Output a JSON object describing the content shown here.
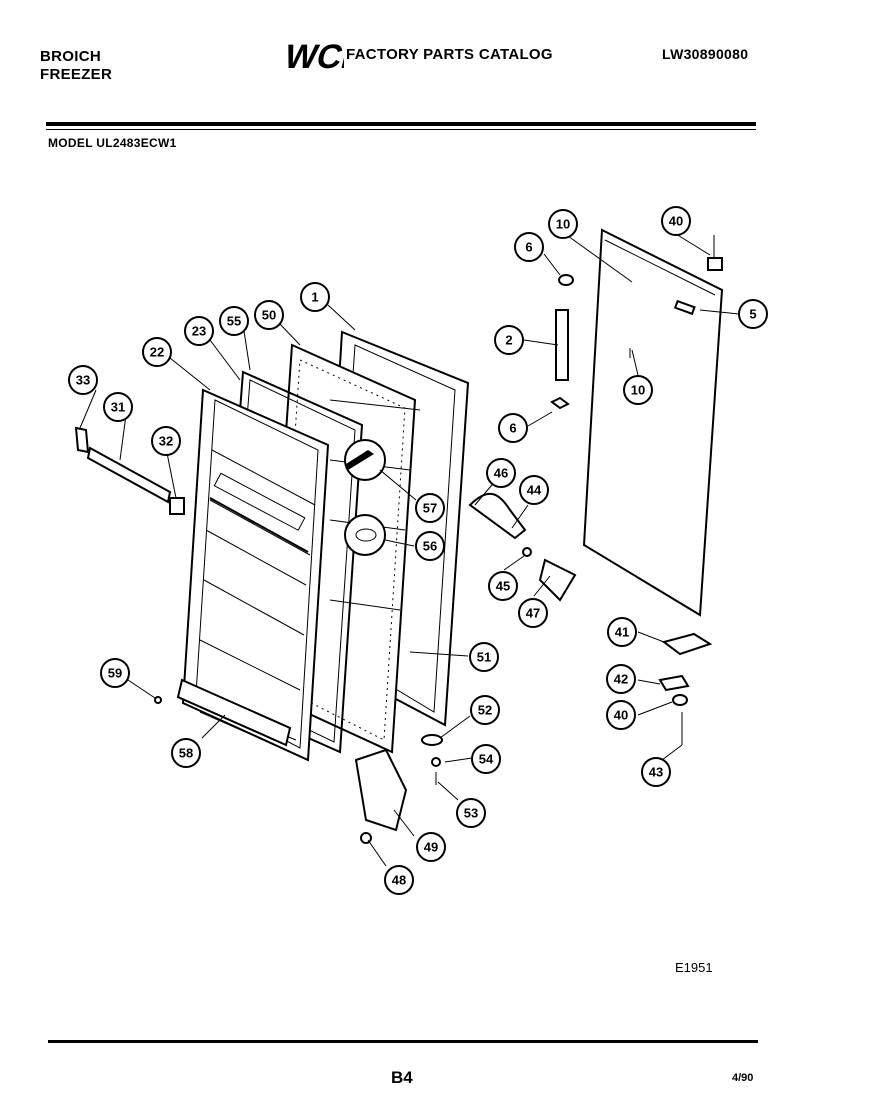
{
  "header": {
    "brand_line1": "BROICH",
    "brand_line2": "FREEZER",
    "catalog_title": "FACTORY PARTS CATALOG",
    "doc_number": "LW30890080",
    "model": "MODEL UL2483ECW1",
    "logo_text": "WCI"
  },
  "callouts": [
    "1",
    "2",
    "5",
    "6",
    "6",
    "10",
    "10",
    "22",
    "23",
    "31",
    "32",
    "33",
    "40",
    "40",
    "41",
    "42",
    "43",
    "44",
    "45",
    "46",
    "47",
    "48",
    "49",
    "50",
    "51",
    "52",
    "53",
    "54",
    "55",
    "56",
    "57",
    "58",
    "59"
  ],
  "footer": {
    "figure_ref": "E1951",
    "page_code": "B4",
    "date": "4/90"
  }
}
